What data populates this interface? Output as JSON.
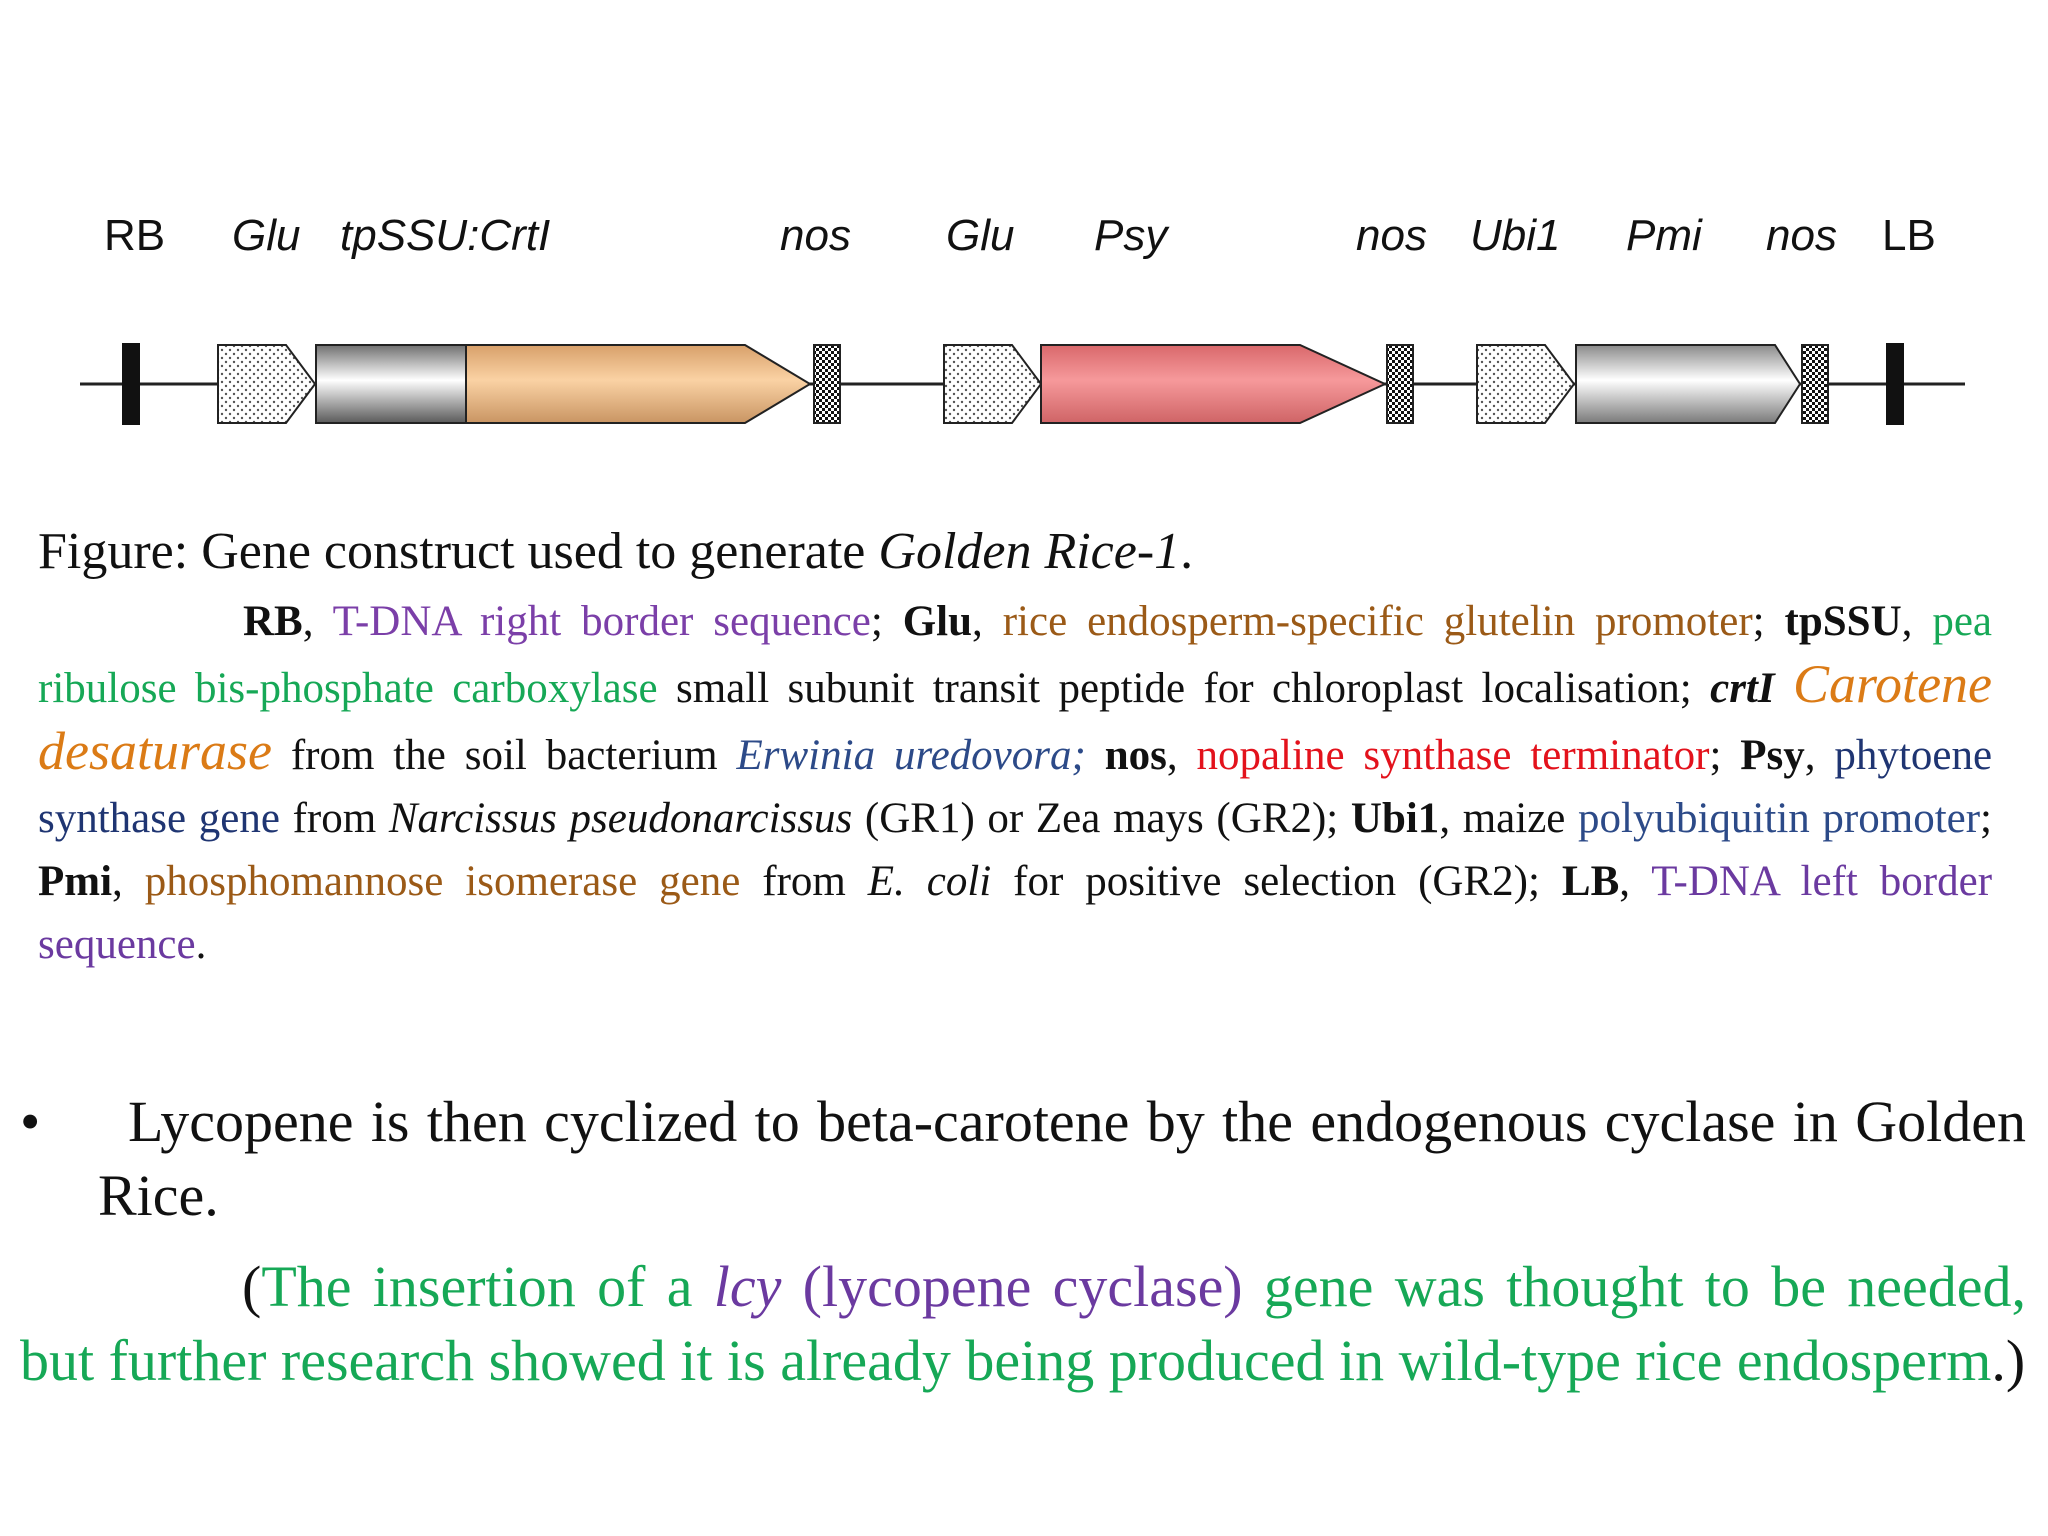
{
  "diagram": {
    "labels": [
      "RB",
      "Glu",
      "tpSSU:CrtI",
      "nos",
      "Glu",
      "Psy",
      "nos",
      "Ubi1",
      "Pmi",
      "nos",
      "LB"
    ],
    "colors": {
      "crtI": "#f5c28e",
      "psy": "#f08a8c",
      "pmi": "#e8e8e8",
      "tpssu": "#d9d9d9",
      "border": "#111111"
    }
  },
  "caption": {
    "title_prefix": "Figure: Gene construct used to generate ",
    "title_italic": "Golden Rice-1",
    "title_suffix": ".",
    "rb": "RB",
    "rb_desc": "T-DNA right border sequence",
    "glu": "Glu",
    "glu_desc": "rice endosperm-specific glutelin promoter",
    "tpssu": "tpSSU",
    "tpssu_desc": "pea ribulose bis-phosphate carboxylase",
    "tpssu_rest": " small subunit transit peptide for chloroplast localisation; ",
    "crti": "crtI",
    "crti_desc": "Carotene desaturase",
    "crti_rest": " from the soil bacterium ",
    "erwinia": "Erwinia uredovora;",
    "nos": "nos",
    "nos_desc": "nopaline synthase terminator",
    "psy": "Psy",
    "psy_desc": "phytoene synthase gene",
    "psy_from": " from ",
    "narcissus": "Narcissus pseudonarcissus",
    "psy_rest": " (GR1) or Zea mays (GR2); ",
    "ubi": "Ubi1",
    "ubi_pre": ", maize ",
    "ubi_desc": "polyubiquitin promoter",
    "pmi": "Pmi",
    "pmi_desc": "phosphomannose isomerase gene",
    "pmi_from": " from ",
    "ecoli": "E. coli",
    "pmi_rest": " for positive selection (GR2); ",
    "lb": "LB",
    "lb_desc": "T-DNA left border sequence"
  },
  "bullet": {
    "marker": "•",
    "text": "Lycopene is then cyclized to beta-carotene by the endogenous cyclase in Golden Rice."
  },
  "note": {
    "open_paren": "(",
    "part1": "The insertion of a ",
    "lcy": "lcy",
    "paren_inner": " (lycopene cyclase)",
    "part2": " gene was thought to be needed, but further research showed it is already being produced in wild-type rice endosperm",
    "close": ".)"
  }
}
